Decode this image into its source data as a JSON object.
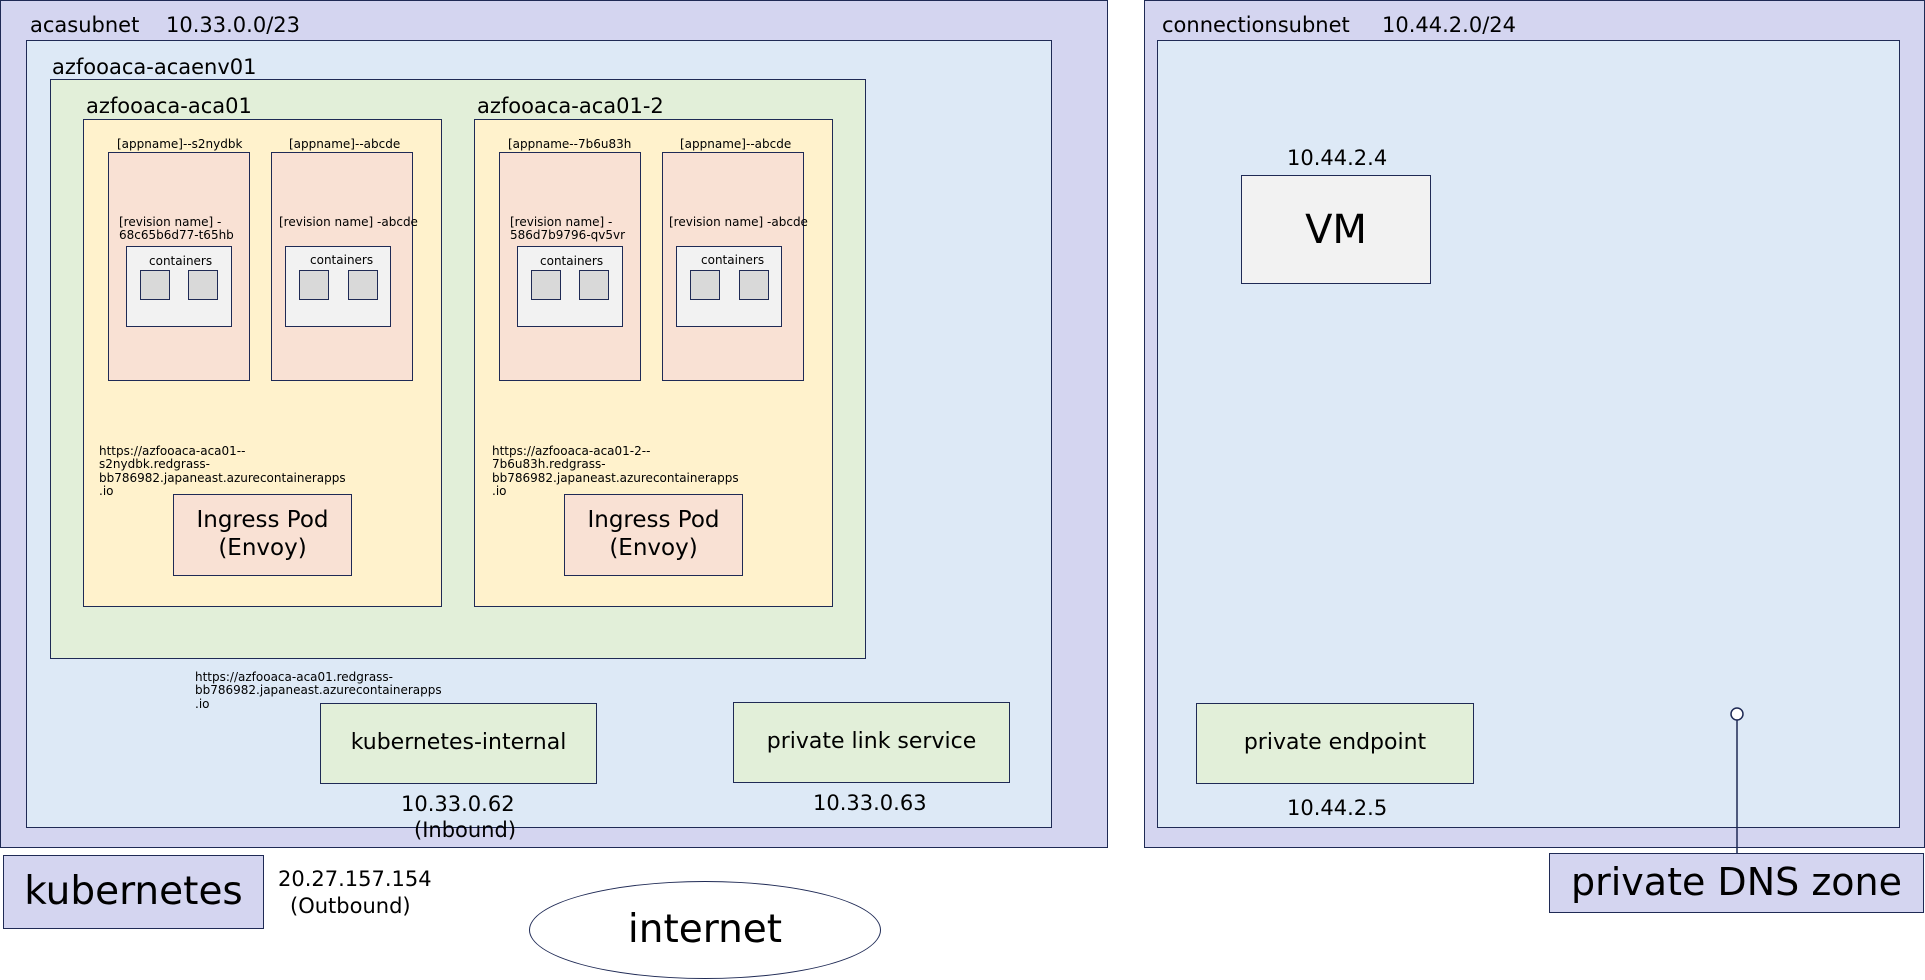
{
  "colors": {
    "subnet_fill": "#d4d5f0",
    "vnet_fill": "#dde9f6",
    "env_fill": "#e2efd9",
    "app_fill": "#fff2cc",
    "revision_fill": "#f9e1d4",
    "containers_fill": "#f2f2f2",
    "border": "#1f2a55"
  },
  "acasubnet": {
    "name": "acasubnet",
    "cidr": "10.33.0.0/23"
  },
  "environment": {
    "name": "azfooaca-acaenv01"
  },
  "apps": [
    {
      "name": "azfooaca-aca01",
      "revisions": [
        {
          "appname": "[appname]--s2nydbk",
          "revision": "[revision name] -\n68c65b6d77-t65hb",
          "containers_label": "containers"
        },
        {
          "appname": "[appname]--abcde",
          "revision": "[revision name] -abcde",
          "containers_label": "containers"
        }
      ],
      "url": "https://azfooaca-aca01--\ns2nydbk.redgrass-\nbb786982.japaneast.azurecontainerapps\n.io",
      "ingress": "Ingress Pod\n(Envoy)"
    },
    {
      "name": "azfooaca-aca01-2",
      "revisions": [
        {
          "appname": "[appname--7b6u83h",
          "revision": "[revision name] -\n586d7b9796-qv5vr",
          "containers_label": "containers"
        },
        {
          "appname": "[appname]--abcde",
          "revision": "[revision name] -abcde",
          "containers_label": "containers"
        }
      ],
      "url": "https://azfooaca-aca01-2--\n7b6u83h.redgrass-\nbb786982.japaneast.azurecontainerapps\n.io",
      "ingress": "Ingress Pod\n(Envoy)"
    }
  ],
  "env_url": "https://azfooaca-aca01.redgrass-\nbb786982.japaneast.azurecontainerapps\n.io",
  "kubernetes_internal": {
    "label": "kubernetes-internal",
    "ip": "10.33.0.62",
    "note": "(Inbound)"
  },
  "private_link_service": {
    "label": "private link service",
    "ip": "10.33.0.63"
  },
  "kubernetes": {
    "label": "kubernetes",
    "ip": "20.27.157.154",
    "note": "(Outbound)"
  },
  "internet": {
    "label": "internet"
  },
  "connectionsubnet": {
    "name": "connectionsubnet",
    "cidr": "10.44.2.0/24"
  },
  "vm": {
    "label": "VM",
    "ip": "10.44.2.4"
  },
  "private_endpoint": {
    "label": "private endpoint",
    "ip": "10.44.2.5"
  },
  "private_dns_zone": {
    "label": "private DNS zone"
  }
}
